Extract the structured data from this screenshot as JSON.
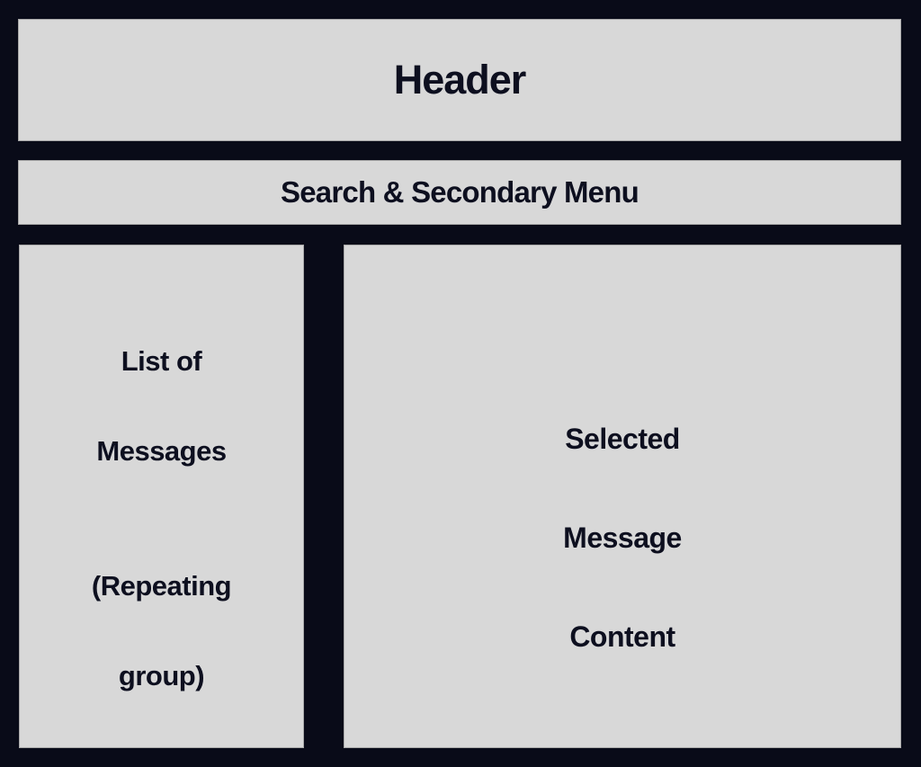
{
  "meta": {
    "kind": "ui-wireframe",
    "background_color": "#090b18",
    "panel_color": "#d8d8d8",
    "panel_border_color": "#a8a8a8",
    "text_color": "#0d0f1f"
  },
  "header": {
    "title": "Header"
  },
  "search_bar": {
    "title": "Search & Secondary Menu"
  },
  "message_list": {
    "title_line1": "List of",
    "title_line2": "Messages",
    "subtitle_line1": "(Repeating",
    "subtitle_line2": "group)"
  },
  "message_content": {
    "title_line1": "Selected",
    "title_line2": "Message",
    "title_line3": "Content"
  }
}
